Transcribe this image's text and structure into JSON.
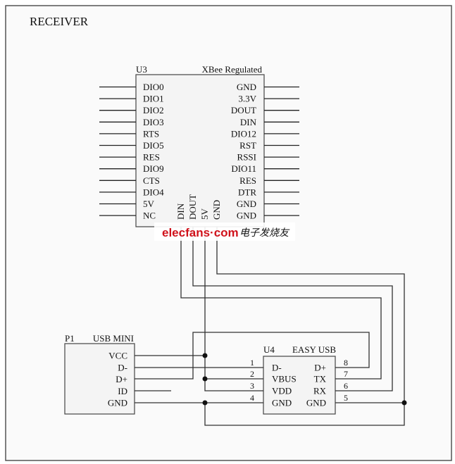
{
  "title": "RECEIVER",
  "components": {
    "u3": {
      "ref": "U3",
      "name": "XBee Regulated",
      "left_pins": [
        "DIO0",
        "DIO1",
        "DIO2",
        "DIO3",
        "RTS",
        "DIO5",
        "RES",
        "DIO9",
        "CTS",
        "DIO4",
        "5V",
        "NC"
      ],
      "right_pins": [
        "GND",
        "3.3V",
        "DOUT",
        "DIN",
        "DIO12",
        "RST",
        "RSSI",
        "DIO11",
        "RES",
        "DTR",
        "GND",
        "GND"
      ],
      "bottom_pins": [
        "DIN",
        "DOUT",
        "5V",
        "GND"
      ]
    },
    "p1": {
      "ref": "P1",
      "name": "USB MINI",
      "pins": [
        "VCC",
        "D-",
        "D+",
        "ID",
        "GND"
      ]
    },
    "u4": {
      "ref": "U4",
      "name": "EASY USB",
      "left_pins": [
        "D-",
        "VBUS",
        "VDD",
        "GND"
      ],
      "right_pins": [
        "D+",
        "TX",
        "RX",
        "GND"
      ],
      "left_numbers": [
        "1",
        "2",
        "3",
        "4"
      ],
      "right_numbers": [
        "8",
        "7",
        "6",
        "5"
      ]
    }
  },
  "watermark": {
    "site": "elecfans·com",
    "cn": "电子发烧友"
  },
  "colors": {
    "frame": "#555555",
    "wire": "#333333",
    "box_fill": "#f4f4f4",
    "watermark_red": "#d0121b"
  }
}
